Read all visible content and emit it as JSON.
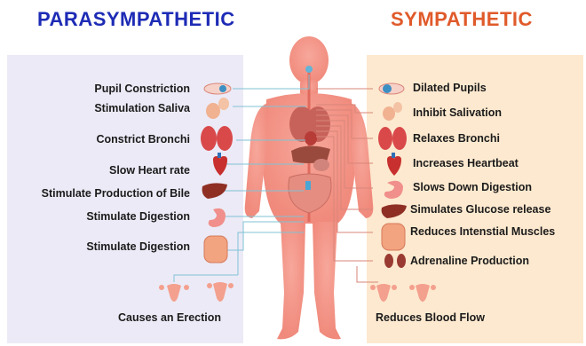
{
  "titles": {
    "parasympathetic": "PARASYMPATHETIC",
    "sympathetic": "SYMPATHETIC"
  },
  "parasympathetic_items": [
    "Pupil Constriction",
    "Stimulation Saliva",
    "Constrict Bronchi",
    "Slow Heart rate",
    "Stimulate Production of Bile",
    "Stimulate Digestion",
    "Stimulate Digestion",
    "Causes an Erection"
  ],
  "sympathetic_items": [
    "Dilated Pupils",
    "Inhibit Salivation",
    "Relaxes Bronchi",
    "Increases Heartbeat",
    "Slows Down Digestion",
    "Simulates Glucose release",
    "Reduces Intenstial Muscles",
    "Adrenaline Production",
    "Reduces Blood Flow"
  ],
  "colors": {
    "parasympathetic_title": "#1d2bb5",
    "sympathetic_title": "#e05a2a",
    "left_panel": "#eceaf6",
    "right_panel": "#fde9cf",
    "left_connector": "#7fc3d6",
    "right_connector": "#d9867a"
  },
  "icons": [
    "eye-icon",
    "salivary-gland-icon",
    "lungs-icon",
    "heart-icon",
    "liver-icon",
    "stomach-icon",
    "intestine-icon",
    "uterus-icon",
    "kidney-icon",
    "human-body-icon"
  ]
}
